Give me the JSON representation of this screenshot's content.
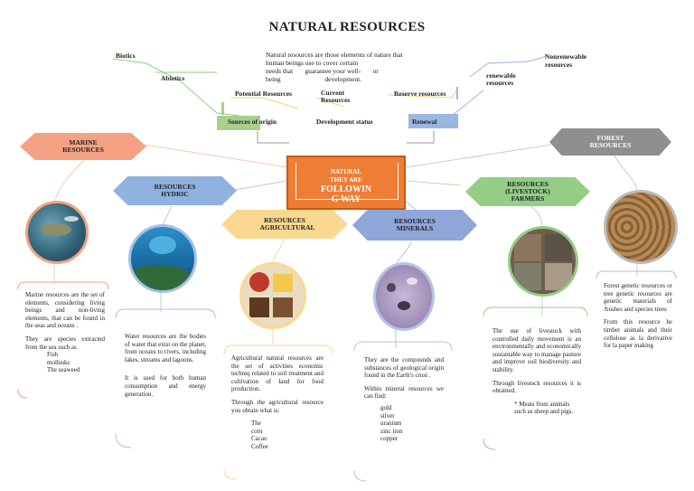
{
  "title": "NATURAL RESOURCES",
  "intro": {
    "line1": "Natural resources are those elements of nature that",
    "line2": "human beings use to cover certain",
    "line3a": "needs that",
    "line3b": "guarantee your well-",
    "line3c": "or",
    "line4a": "being",
    "line4b": "development."
  },
  "labels": {
    "biotics": "Biotics",
    "abiotics": "Abiotics",
    "potential": "Potential Resources",
    "current": "Current Resources",
    "reserve": "Reserve resources",
    "nonrenewable": "Nonrenewable resources",
    "renewable": "renewable resources",
    "sources_origin": "Sources of origin",
    "development": "Development status",
    "renewal": "Renewal"
  },
  "center": {
    "line1": "NATURAL",
    "line2": "THEY ARE",
    "line3": "FOLLOWIN",
    "line4": "G WAY"
  },
  "categories": {
    "marine": "MARINE RESOURCES",
    "forest": "FOREST RESOURCES",
    "hydric": "RESOURCES HYDRIC",
    "agri": "RESOURCES AGRICULTURAL",
    "minerals": "RESOURCES MINERALS",
    "farmers": "RESOURCES (LIVESTOCK) FARMERS"
  },
  "marine": {
    "p1": "Marine resources are the set of elements, considering living beings and non-living elements, that can be found in the seas and oceans .",
    "p2": "They are species extracted from the sea such as",
    "items": [
      "Fish",
      "mollusks",
      "The seaweed"
    ]
  },
  "hydric": {
    "p1": "Water resources are the bodies of water that exist on the planet, from oceans to rivers, including lakes, streams and lagoons.",
    "p2": "It is used for both human consumption and energy generation."
  },
  "agri": {
    "p1": "Agricultural natural resources are the set of activities economic techniq related to soil treatment and cultivation of land for food production.",
    "p2": "Through the agricultural resource you obtain what is:",
    "items": [
      "The",
      "corn",
      "Cacao",
      "Coffee"
    ]
  },
  "minerals": {
    "p1": "They are the compounds and substances of geological origin found in the Earth's crust .",
    "p2": "Within mineral resources we can find:",
    "items": [
      "gold",
      "silver",
      "uranium",
      "zinc iron",
      "copper"
    ]
  },
  "farmers": {
    "p1": "The use of livestock with controlled daily movement is an environmentally and economically sustainable way to manage pasture and improve soil biodiversity and stability.",
    "p2": "Through livestock resources it is obtained.",
    "p3": "* Meats from animals such as sheep and pigs."
  },
  "forest": {
    "p1": "Forest genetic resources or tree genetic resources are genetic materials of /bushes and species trees",
    "p2": "From this resource he timber animals and their cellulose as la derivative for la paper making"
  },
  "colors": {
    "marine": "#f4a184",
    "forest": "#8f8f8f",
    "hydric": "#8fb2de",
    "agri": "#fbd88f",
    "minerals": "#8fa6d8",
    "farmers": "#93cd86",
    "center": "#ee7d36"
  }
}
